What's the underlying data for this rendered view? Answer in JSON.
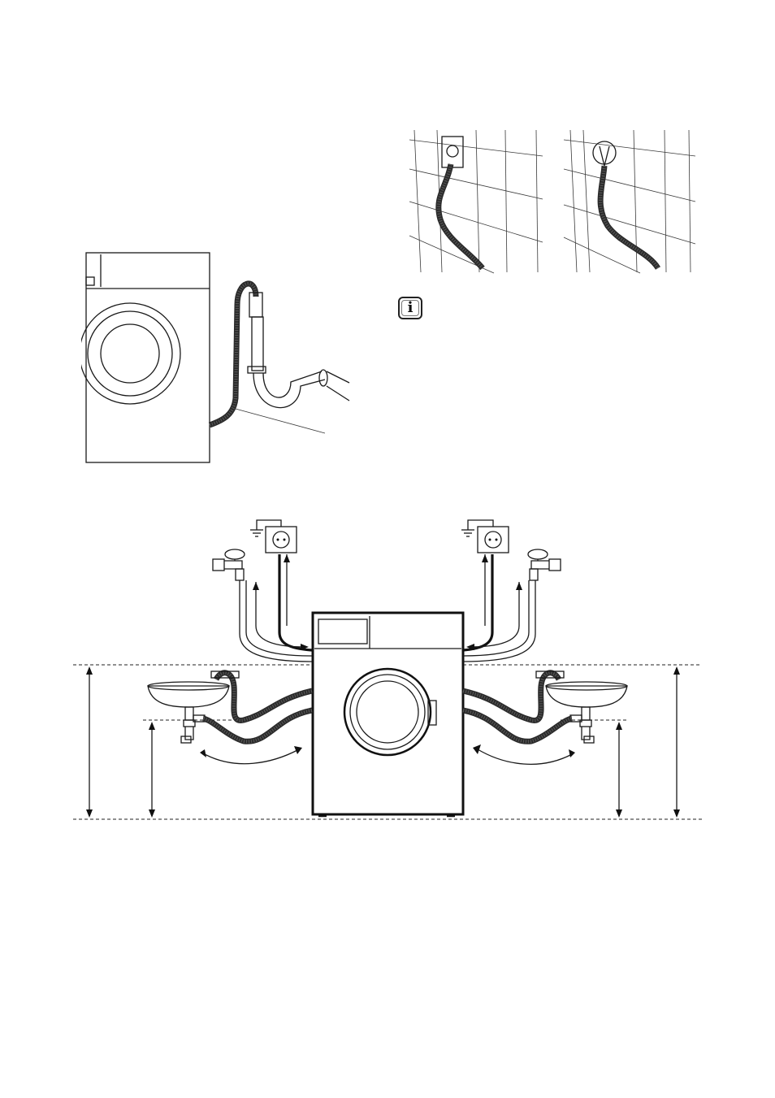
{
  "figures": {
    "drain_hose_siphon": {
      "kind": "line-drawing"
    },
    "wall_drain_fittings": {
      "kind": "line-drawing",
      "panels": 2
    },
    "installation_layout": {
      "kind": "line-drawing"
    }
  },
  "info_note": {
    "icon": "info-icon",
    "glyph": "i"
  }
}
